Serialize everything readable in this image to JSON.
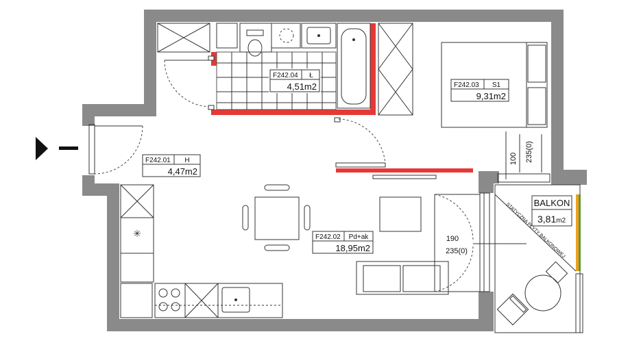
{
  "entrance": {
    "icon": "entrance-arrow-icon"
  },
  "rooms": [
    {
      "code": "F242.04",
      "name": "Ł",
      "area": "4,51m2"
    },
    {
      "code": "F242.03",
      "name": "S1",
      "area": "9,31m2"
    },
    {
      "code": "F242.01",
      "name": "H",
      "area": "4,47m2"
    },
    {
      "code": "F242.02",
      "name": "Pd+ak",
      "area": "18,95m2"
    }
  ],
  "balcony": {
    "name": "BALKON",
    "area": "3,81",
    "unit": "m2",
    "note": "STATYCZNA PŁYTY BALKONOWEJ"
  },
  "dimensions": {
    "window_bedroom": {
      "top": "100",
      "bottom": "235(0)"
    },
    "window_living": {
      "top": "190",
      "bottom": "235(0)"
    }
  },
  "colors": {
    "wall": "#8a8a8a",
    "highlight": "#e53935",
    "balcony_rail": "#f0a020"
  }
}
